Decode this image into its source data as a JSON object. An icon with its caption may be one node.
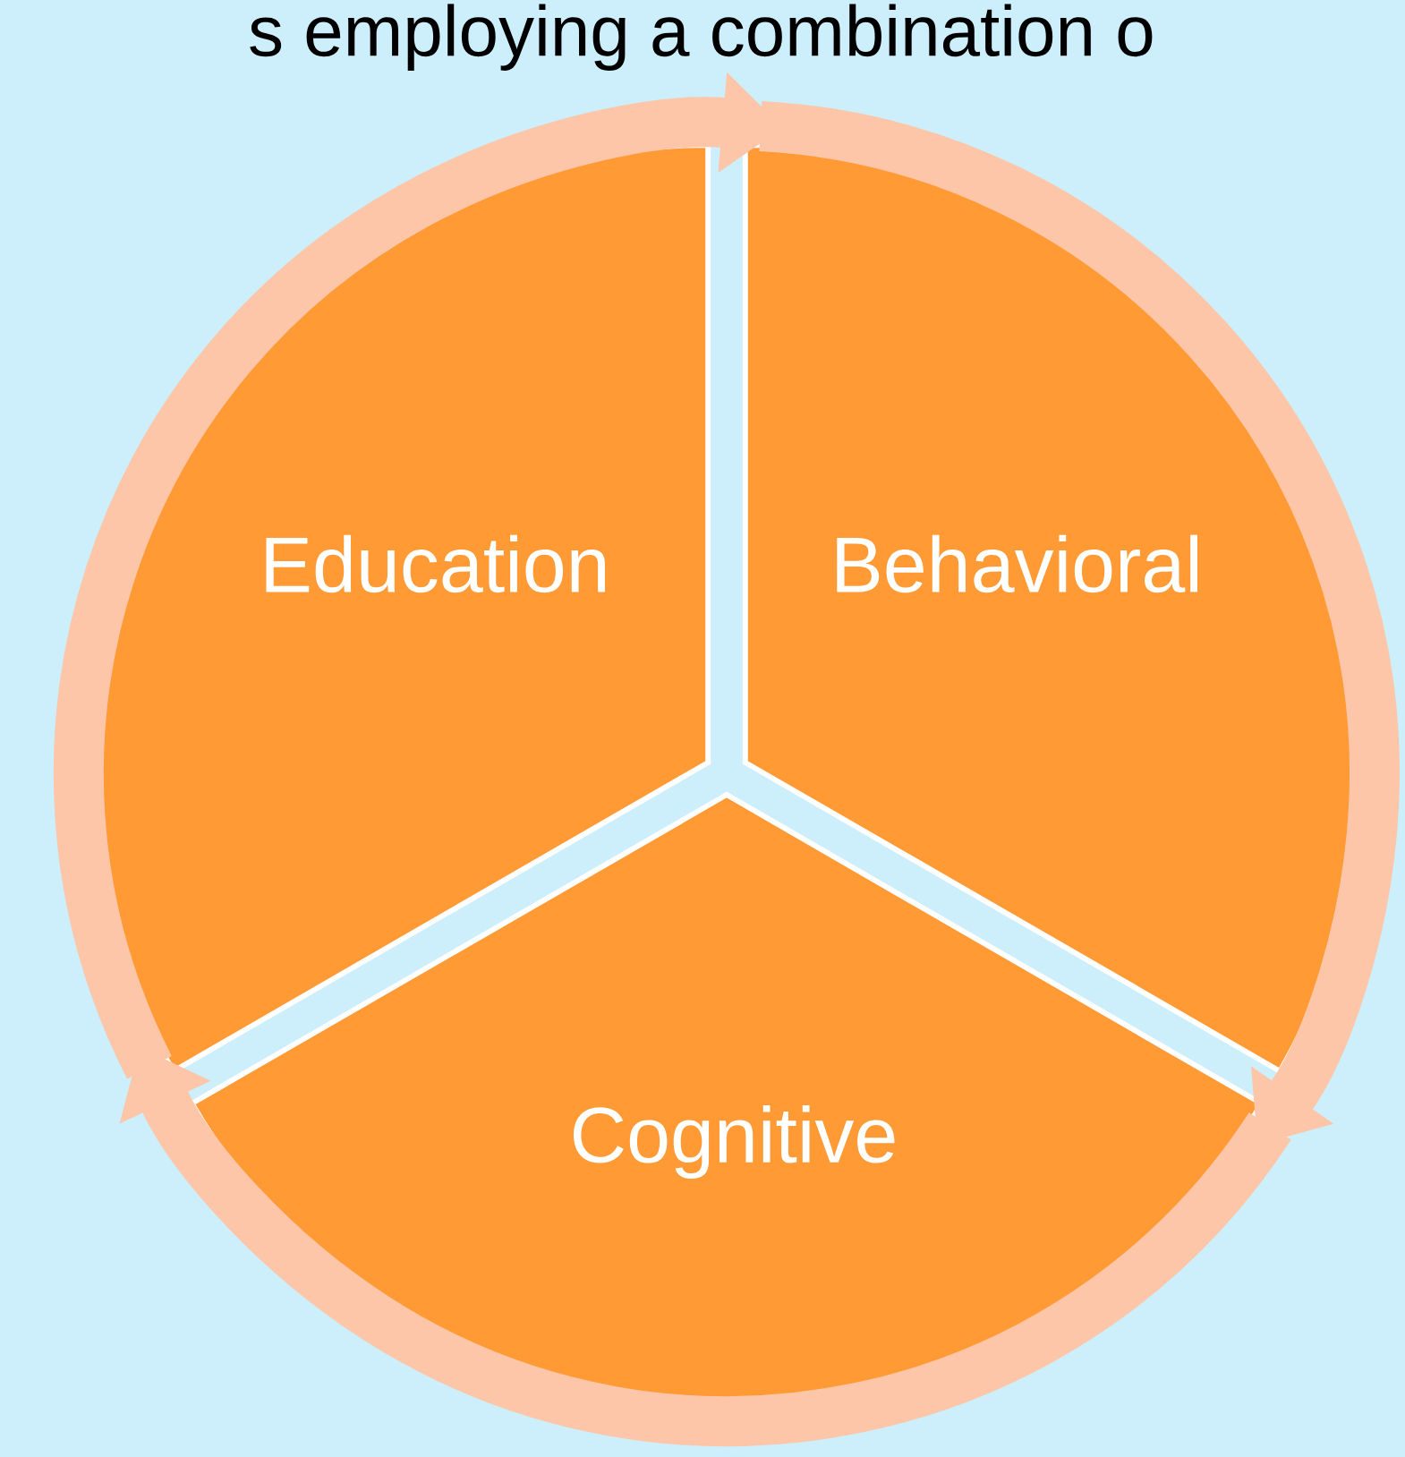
{
  "diagram": {
    "title": "s employing a combination o",
    "nodes": [
      {
        "text": [
          "Education"
        ]
      },
      {
        "text": [
          "Behavioral"
        ]
      },
      {
        "text": [
          "Cognitive"
        ]
      }
    ],
    "edges": [
      {
        "from": 0,
        "to": 1,
        "arrow": "to"
      },
      {
        "from": 1,
        "to": 2,
        "arrow": "to"
      },
      {
        "from": 2,
        "to": 0,
        "arrow": "to"
      }
    ]
  }
}
